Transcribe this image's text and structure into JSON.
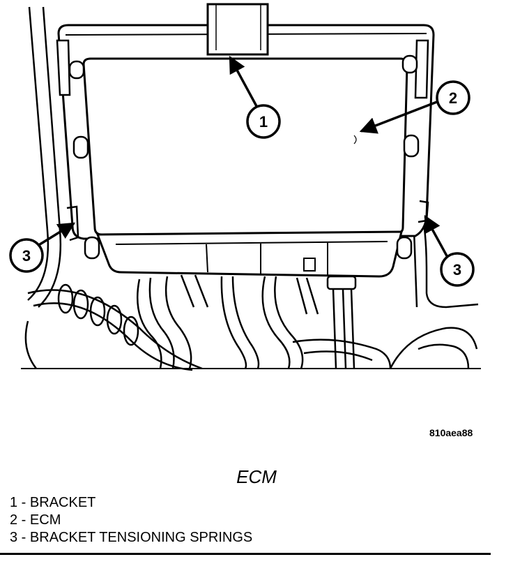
{
  "figure_id": "810aea88",
  "caption": "ECM",
  "callouts": [
    "1",
    "2",
    "3",
    "3"
  ],
  "legend": [
    {
      "number": "1",
      "separator": " - ",
      "label": "BRACKET"
    },
    {
      "number": "2",
      "separator": " - ",
      "label": "ECM"
    },
    {
      "number": "3",
      "separator": " - ",
      "label": "BRACKET TENSIONING SPRINGS"
    }
  ],
  "colors": {
    "ink": "#000000",
    "paper": "#ffffff"
  }
}
